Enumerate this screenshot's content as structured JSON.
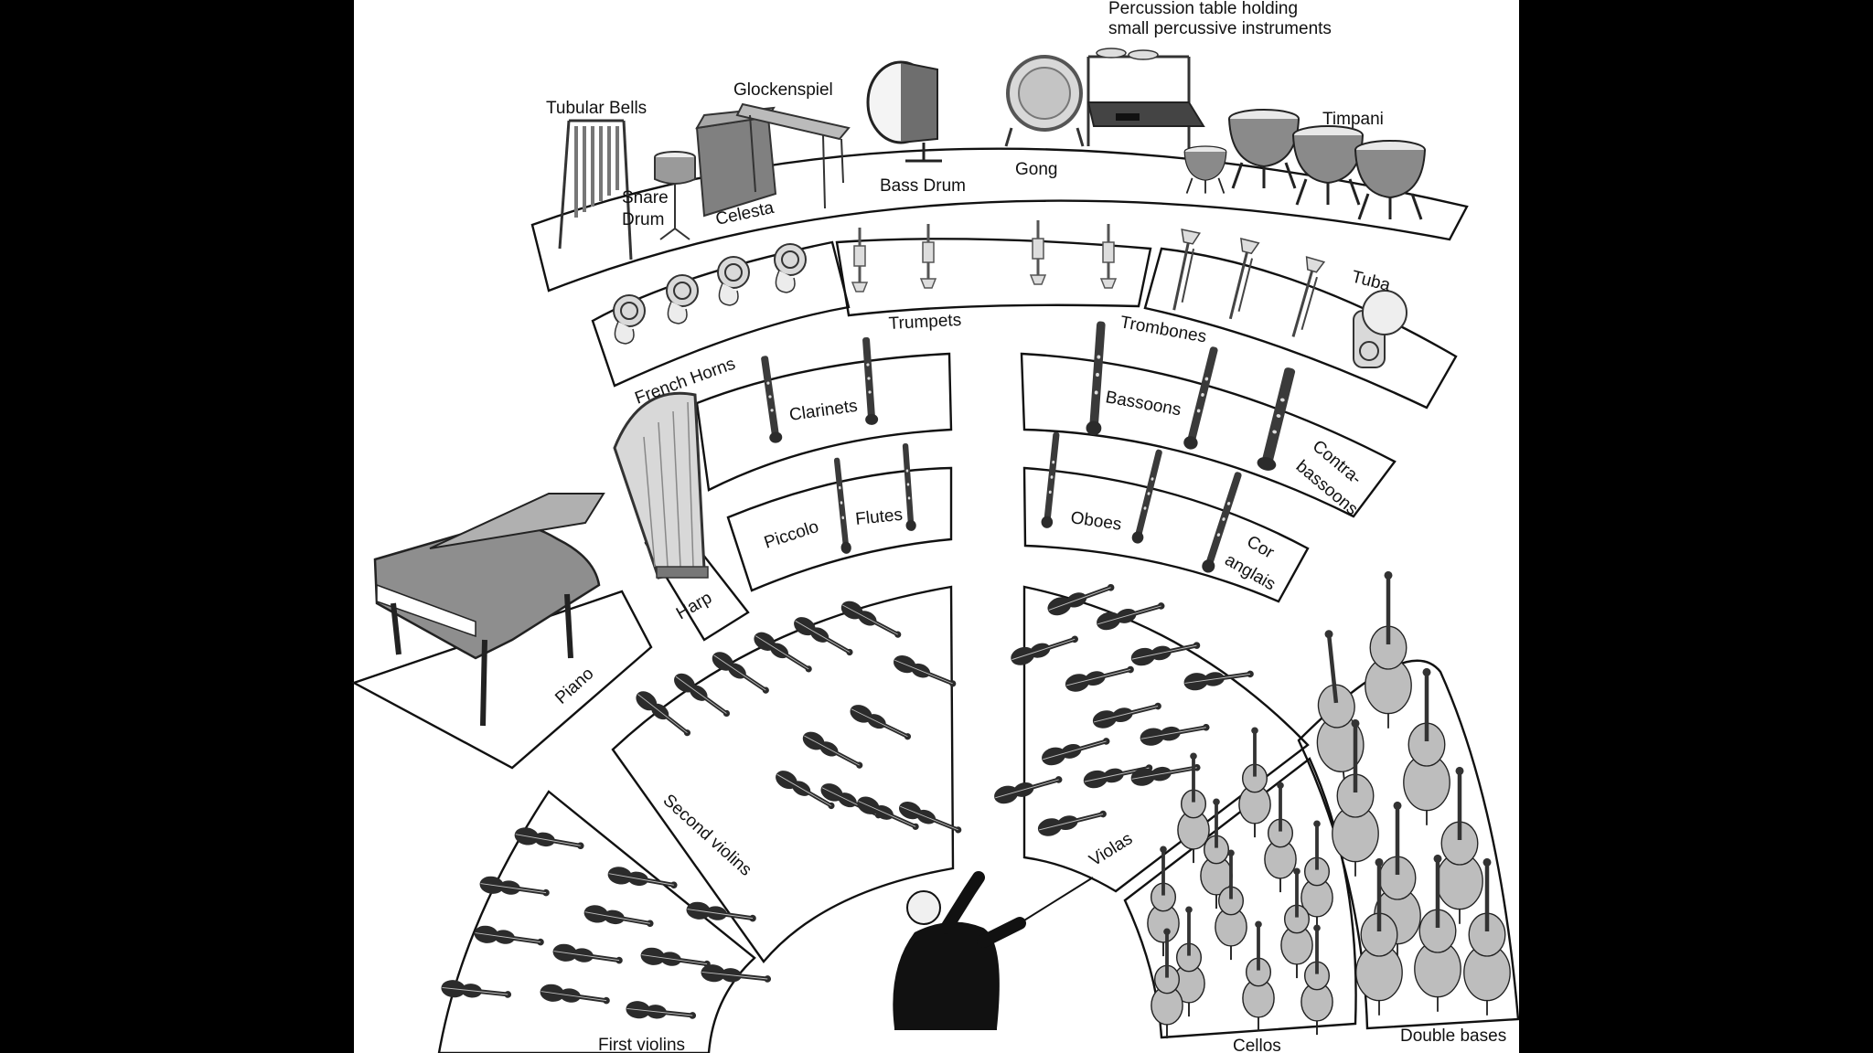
{
  "labels": {
    "percussion_table": [
      "Percussion table holding",
      "small percussive instruments"
    ],
    "tubular_bells": "Tubular Bells",
    "glockenspiel": "Glockenspiel",
    "snare_drum": [
      "Snare",
      "Drum"
    ],
    "celesta": "Celesta",
    "bass_drum": "Bass Drum",
    "gong": "Gong",
    "timpani": "Timpani",
    "tuba": "Tuba",
    "trumpets": "Trumpets",
    "french_horns": "French Horns",
    "trombones": "Trombones",
    "clarinets": "Clarinets",
    "bassoons": "Bassoons",
    "contrabassoons": [
      "Contra-",
      "bassoons"
    ],
    "piccolo": "Piccolo",
    "flutes": "Flutes",
    "oboes": "Oboes",
    "cor_anglais": [
      "Cor",
      "anglais"
    ],
    "harp": "Harp",
    "piano": "Piano",
    "second_violins": "Second violins",
    "violas": "Violas",
    "first_violins": "First violins",
    "cellos": "Cellos",
    "double_bases": "Double bases"
  },
  "colors": {
    "background": "#000000",
    "panel": "#ffffff",
    "outline": "#111111",
    "instrument_dark": "#2b2b2b",
    "instrument_mid": "#8a8a8a",
    "instrument_light": "#c4c4c4",
    "brass": "#d9d9d9"
  }
}
